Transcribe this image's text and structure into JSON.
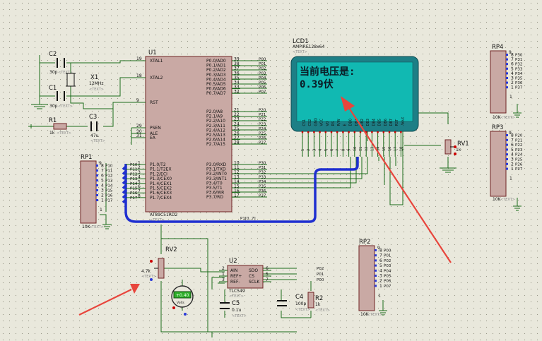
{
  "mcu": {
    "ref": "U1",
    "part": "AT89C51RD2",
    "left_pins": [
      {
        "num": "19",
        "name": "XTAL1"
      },
      {
        "num": "18",
        "name": "XTAL2"
      },
      {
        "num": "9",
        "name": "RST"
      },
      {
        "num": "29",
        "name": "PSEN"
      },
      {
        "num": "30",
        "name": "ALE"
      },
      {
        "num": "31",
        "name": "EA"
      }
    ],
    "p1_pins": [
      {
        "num": "1",
        "name": "P1.0/T2",
        "net": "P10"
      },
      {
        "num": "2",
        "name": "P1.1/T2EX",
        "net": "P11"
      },
      {
        "num": "3",
        "name": "P1.2/ECI",
        "net": "P12"
      },
      {
        "num": "4",
        "name": "P1.3/CEX0",
        "net": "P13"
      },
      {
        "num": "5",
        "name": "P1.4/CEX1",
        "net": "P14"
      },
      {
        "num": "6",
        "name": "P1.5/CEX2",
        "net": "P15"
      },
      {
        "num": "7",
        "name": "P1.6/CEX3",
        "net": "P16"
      },
      {
        "num": "8",
        "name": "P1.7/CEX4",
        "net": "P17"
      }
    ],
    "p0_pins": [
      {
        "num": "39",
        "name": "P0.0/AD0",
        "net": "P00"
      },
      {
        "num": "38",
        "name": "P0.1/AD1",
        "net": "P01"
      },
      {
        "num": "37",
        "name": "P0.2/AD2",
        "net": "P02"
      },
      {
        "num": "36",
        "name": "P0.3/AD3",
        "net": "P03"
      },
      {
        "num": "35",
        "name": "P0.4/AD4",
        "net": "P04"
      },
      {
        "num": "34",
        "name": "P0.5/AD5",
        "net": "P05"
      },
      {
        "num": "33",
        "name": "P0.6/AD6",
        "net": "P06"
      },
      {
        "num": "32",
        "name": "P0.7/AD7",
        "net": "P07"
      }
    ],
    "p2_pins": [
      {
        "num": "21",
        "name": "P2.0/A8",
        "net": "P20"
      },
      {
        "num": "22",
        "name": "P2.1/A9",
        "net": "P21"
      },
      {
        "num": "23",
        "name": "P2.2/A10",
        "net": "P22"
      },
      {
        "num": "24",
        "name": "P2.3/A11",
        "net": "P23"
      },
      {
        "num": "25",
        "name": "P2.4/A12",
        "net": "P24"
      },
      {
        "num": "26",
        "name": "P2.5/A13",
        "net": "P25"
      },
      {
        "num": "27",
        "name": "P2.6/A14",
        "net": "P26"
      },
      {
        "num": "28",
        "name": "P2.7/A15",
        "net": "P27"
      }
    ],
    "p3_pins": [
      {
        "num": "10",
        "name": "P3.0/RXD",
        "net": "P30"
      },
      {
        "num": "11",
        "name": "P3.1/TXD",
        "net": "P31"
      },
      {
        "num": "12",
        "name": "P3.2/INT0",
        "net": "P32"
      },
      {
        "num": "13",
        "name": "P3.3/INT1",
        "net": "P33"
      },
      {
        "num": "14",
        "name": "P3.4/T0",
        "net": "P34"
      },
      {
        "num": "15",
        "name": "P3.5/T1",
        "net": "P35"
      },
      {
        "num": "16",
        "name": "P3.6/WR",
        "net": "P36"
      },
      {
        "num": "17",
        "name": "P3.7/RD",
        "net": "P37"
      }
    ]
  },
  "lcd": {
    "ref": "LCD1",
    "part": "AMPIRE128x64",
    "text_tag": "<TEXT>",
    "line1": "当前电压是:",
    "line2": "0.39伏",
    "screen_color": "#11b9b2",
    "frame_color": "#1d7f86",
    "pin_numbers": [
      "1",
      "2",
      "3",
      "4",
      "5",
      "6",
      "7",
      "8",
      "9",
      "10",
      "11",
      "12",
      "13",
      "14",
      "15",
      "16",
      "17",
      "18",
      "19",
      "20"
    ],
    "pin_names": [
      "CS1",
      "CS2",
      "GND",
      "VCC",
      "V0",
      "RS",
      "R/W",
      "E",
      "DB0",
      "DB1",
      "DB2",
      "DB3",
      "DB4",
      "DB5",
      "DB6",
      "DB7",
      "RST",
      "-Vout"
    ]
  },
  "components": {
    "c2": {
      "ref": "C2",
      "value": "30p"
    },
    "c1": {
      "ref": "C1",
      "value": "30p"
    },
    "x1": {
      "ref": "X1",
      "value": "12MHz"
    },
    "r1": {
      "ref": "R1",
      "value": "1k"
    },
    "c3": {
      "ref": "C3",
      "value": "47u"
    },
    "rp1": {
      "ref": "RP1",
      "value": "10K"
    },
    "rp2": {
      "ref": "RP2",
      "value": "10K"
    },
    "rp3": {
      "ref": "RP3",
      "value": "10K"
    },
    "rp4": {
      "ref": "RP4",
      "value": "10K"
    },
    "rv1": {
      "ref": "RV1",
      "value": "1k"
    },
    "rv2": {
      "ref": "RV2",
      "value": "4.7k"
    },
    "u2": {
      "ref": "U2",
      "part": "TLC549",
      "pins": [
        "AIN",
        "REF+",
        "REF-",
        "SDO",
        "CS",
        "SCLK"
      ],
      "pin_nums": [
        "2",
        "1",
        "3",
        "6",
        "5",
        "7"
      ]
    },
    "c4": {
      "ref": "C4",
      "value": "100p"
    },
    "c5": {
      "ref": "C5",
      "value": "0.1u"
    },
    "r2": {
      "ref": "R2",
      "value": "1k"
    },
    "voltmeter": {
      "reading": "+0.40",
      "unit": "Volts"
    }
  },
  "nets": {
    "bus_label": "P1[0..7]",
    "rp1_pins": [
      "P10",
      "P11",
      "P12",
      "P13",
      "P14",
      "P15",
      "P16",
      "P17"
    ],
    "rp2_pins": [
      "P00",
      "P01",
      "P02",
      "P03",
      "P04",
      "P05",
      "P06",
      "P07"
    ],
    "rp3_pins": [
      "P20",
      "P21",
      "P22",
      "P23",
      "P24",
      "P25",
      "P26",
      "P27"
    ],
    "rp4_pins": [
      "P30",
      "P31",
      "P32",
      "P33",
      "P34",
      "P35",
      "P36",
      "P37"
    ],
    "adc_nets": [
      "P02",
      "P01",
      "P00"
    ]
  },
  "text_tag": "<TEXT>",
  "colors": {
    "wire": "#1a6b1a",
    "bus": "#1f2fd0",
    "chip_fill": "#c9a9a4",
    "arrow": "#e8453c"
  }
}
